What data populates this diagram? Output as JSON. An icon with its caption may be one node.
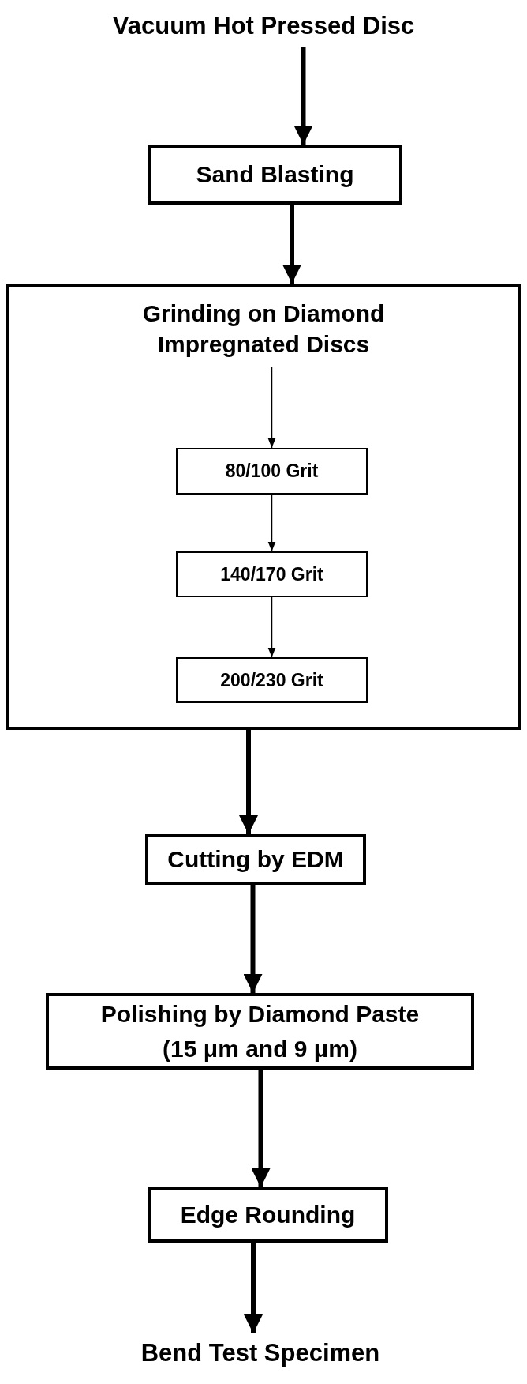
{
  "diagram": {
    "nodes": [
      {
        "text": [
          "Vacuum Hot Pressed Disc"
        ]
      },
      {
        "text": [
          "Sand Blasting"
        ]
      },
      {
        "text": [
          "Grinding on Diamond Impregnated Discs"
        ]
      },
      {
        "text": [
          "80/100 Grit"
        ],
        "in": 2
      },
      {
        "text": [
          "140/170 Grit"
        ],
        "in": 2
      },
      {
        "text": [
          "200/230 Grit"
        ],
        "in": 2
      },
      {
        "text": [
          "Cutting by EDM"
        ]
      },
      {
        "text": [
          "Polishing by Diamond Paste (15 μm and 9 μm)"
        ]
      },
      {
        "text": [
          "Edge Rounding"
        ]
      },
      {
        "text": [
          "Bend Test Specimen"
        ]
      }
    ],
    "edges": [
      {
        "from": 0,
        "to": 1,
        "arrow": "to"
      },
      {
        "from": 1,
        "to": 2,
        "arrow": "to"
      },
      {
        "from": null,
        "to": 3,
        "arrow": "to"
      },
      {
        "from": 3,
        "to": 4,
        "arrow": "to"
      },
      {
        "from": 4,
        "to": 5,
        "arrow": "to"
      },
      {
        "from": 2,
        "to": 6,
        "arrow": "to"
      },
      {
        "from": 6,
        "to": 7,
        "arrow": "to"
      },
      {
        "from": 7,
        "to": 8,
        "arrow": "to"
      },
      {
        "from": 8,
        "to": 9,
        "arrow": "to"
      }
    ]
  }
}
